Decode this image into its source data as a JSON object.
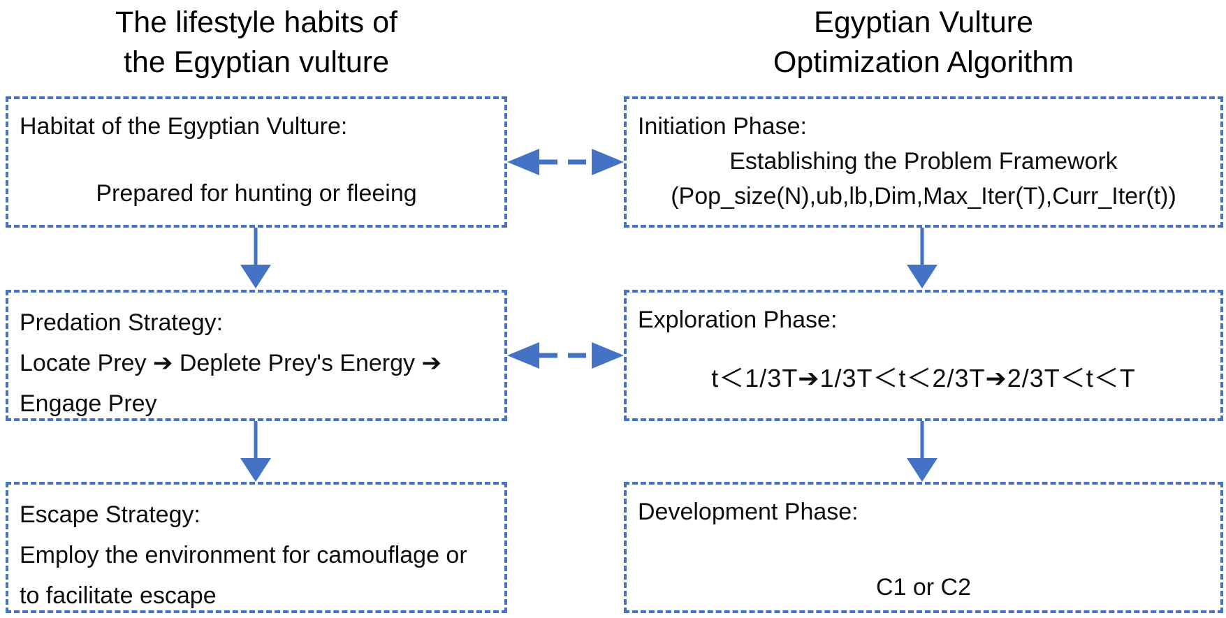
{
  "colors": {
    "accent": "#4472C4",
    "text": "#0d0d0d",
    "background": "#ffffff"
  },
  "titles": {
    "left": {
      "line1": "The lifestyle habits of",
      "line2": "the Egyptian vulture"
    },
    "right": {
      "line1": "Egyptian Vulture",
      "line2": "Optimization Algorithm"
    }
  },
  "boxes": {
    "habitat": {
      "heading": "Habitat of the Egyptian Vulture:",
      "body": "Prepared for hunting or fleeing"
    },
    "initiation": {
      "heading": "Initiation Phase:",
      "line2": "Establishing the Problem Framework",
      "line3": "(Pop_size(N),ub,lb,Dim,Max_Iter(T),Curr_Iter(t))"
    },
    "predation": {
      "heading": "Predation Strategy:",
      "line2": "Locate Prey ➔ Deplete Prey's Energy ➔",
      "line3": "Engage Prey"
    },
    "exploration": {
      "heading": "Exploration Phase:",
      "formula": "t＜1/3T➔1/3T＜t＜2/3T➔2/3T＜t＜T"
    },
    "escape": {
      "heading": "Escape Strategy:",
      "line2": "Employ the environment for camouflage or",
      "line3": "to facilitate escape"
    },
    "development": {
      "heading": "Development Phase:",
      "body": "C1 or C2"
    }
  }
}
